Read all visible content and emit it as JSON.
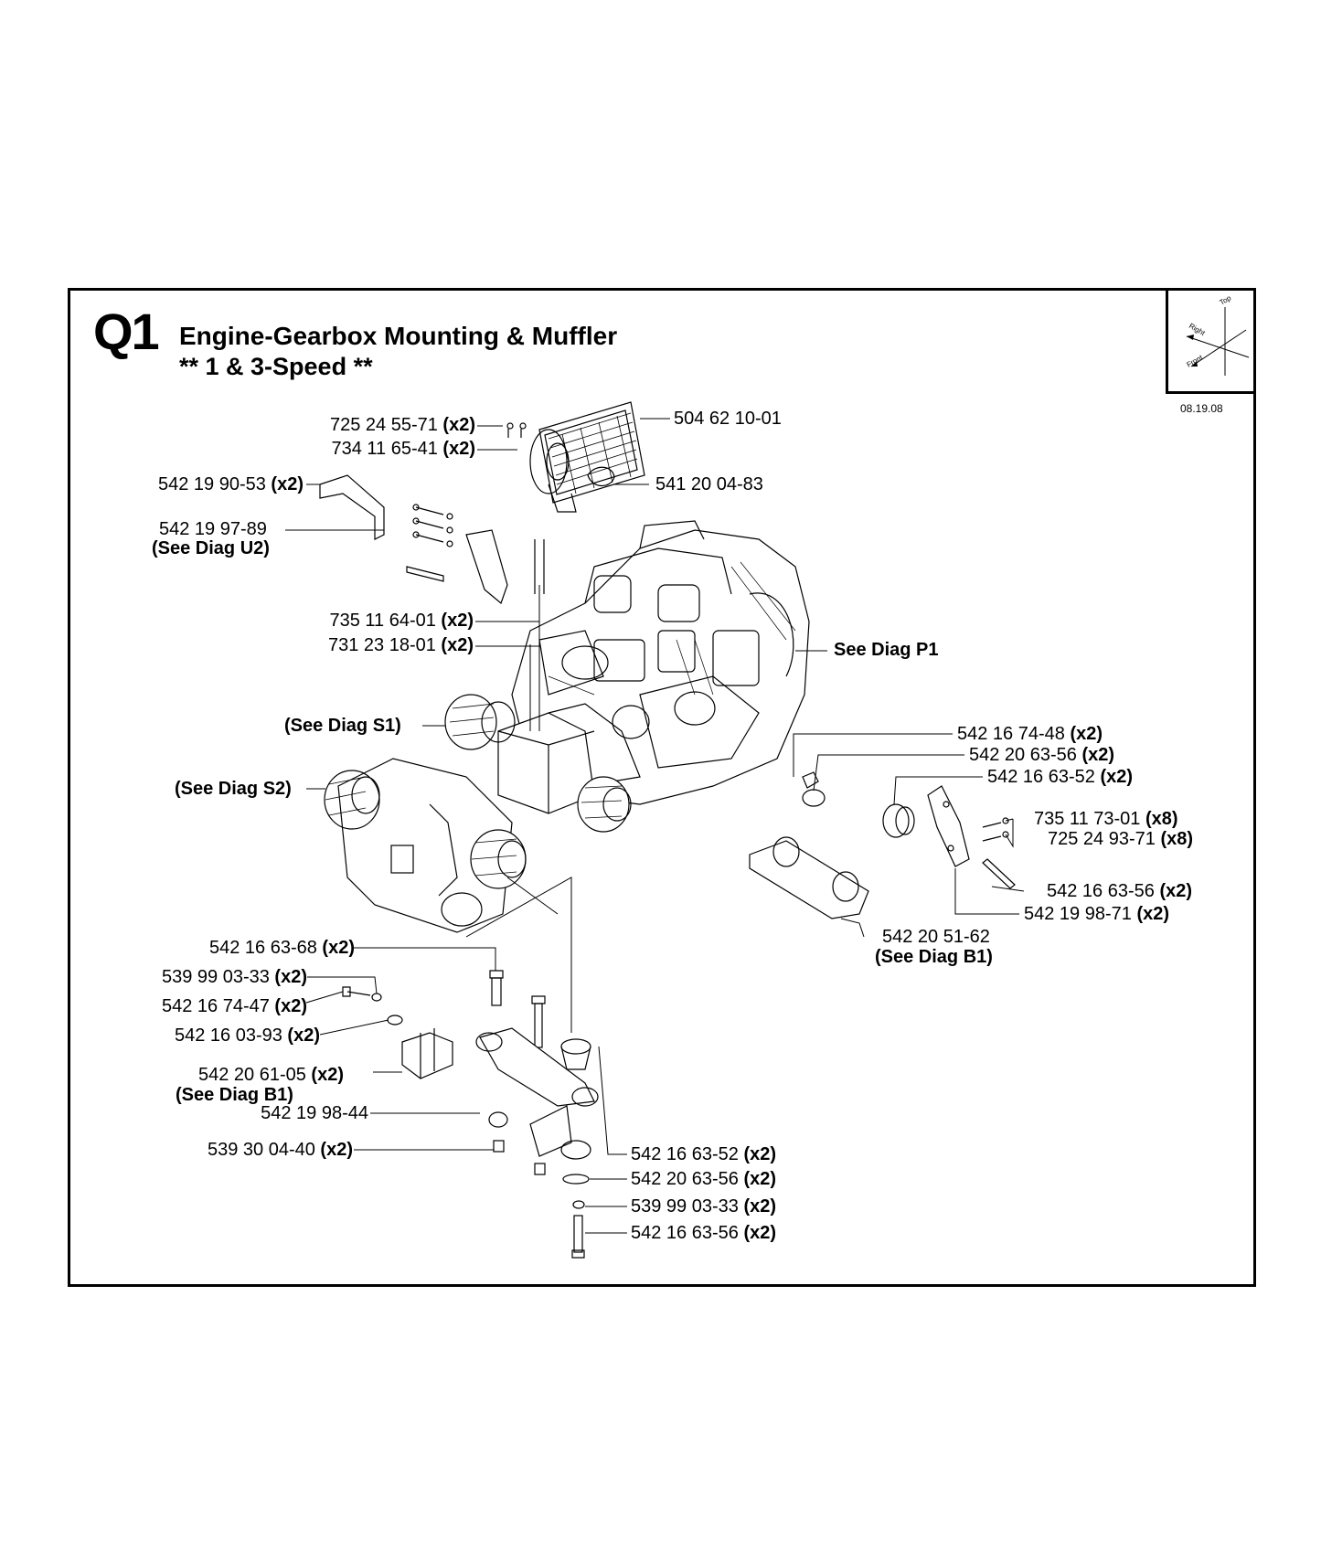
{
  "header": {
    "code": "Q1",
    "title": "Engine-Gearbox Mounting & Muffler",
    "subtitle": "** 1 & 3-Speed **",
    "date": "08.19.08"
  },
  "compass": {
    "top": "Top",
    "right": "Right",
    "front": "Front"
  },
  "labels": {
    "l01": {
      "part": "725 24 55-71",
      "mult": "(x2)"
    },
    "l02": {
      "part": "734 11 65-41",
      "mult": "(x2)"
    },
    "l03": {
      "part": "504 62 10-01"
    },
    "l04": {
      "part": "542 19 90-53",
      "mult": "(x2)"
    },
    "l05": {
      "part": "541 20 04-83"
    },
    "l06": {
      "part": "542 19 97-89",
      "ref": "(See Diag U2)"
    },
    "l07": {
      "part": "735 11 64-01",
      "mult": "(x2)"
    },
    "l08": {
      "part": "731 23 18-01",
      "mult": "(x2)"
    },
    "l09": {
      "ref": "See Diag P1"
    },
    "l10": {
      "ref": "(See Diag S1)"
    },
    "l11": {
      "ref": "(See Diag S2)"
    },
    "l12": {
      "part": "542 16 74-48",
      "mult": "(x2)"
    },
    "l13": {
      "part": "542 20 63-56",
      "mult": "(x2)"
    },
    "l14": {
      "part": "542 16 63-52",
      "mult": "(x2)"
    },
    "l15": {
      "part": "735 11 73-01",
      "mult": "(x8)"
    },
    "l16": {
      "part": "725 24 93-71",
      "mult": "(x8)"
    },
    "l17": {
      "part": "542 16 63-56",
      "mult": "(x2)"
    },
    "l18": {
      "part": "542 19 98-71",
      "mult": "(x2)"
    },
    "l19": {
      "part": "542 20 51-62",
      "ref": "(See Diag B1)"
    },
    "l20": {
      "part": "542 16 63-68",
      "mult": "(x2)"
    },
    "l21": {
      "part": "539 99 03-33",
      "mult": "(x2)"
    },
    "l22": {
      "part": "542 16 74-47",
      "mult": "(x2)"
    },
    "l23": {
      "part": "542 16 03-93",
      "mult": "(x2)"
    },
    "l24": {
      "part": "542 20 61-05",
      "mult": "(x2)",
      "ref": "(See Diag B1)"
    },
    "l25": {
      "part": "542 19 98-44"
    },
    "l26": {
      "part": "539 30 04-40",
      "mult": "(x2)"
    },
    "l27": {
      "part": "542 16 63-52",
      "mult": "(x2)"
    },
    "l28": {
      "part": "542 20 63-56",
      "mult": "(x2)"
    },
    "l29": {
      "part": "539 99 03-33",
      "mult": "(x2)"
    },
    "l30": {
      "part": "542 16 63-56",
      "mult": "(x2)"
    }
  }
}
